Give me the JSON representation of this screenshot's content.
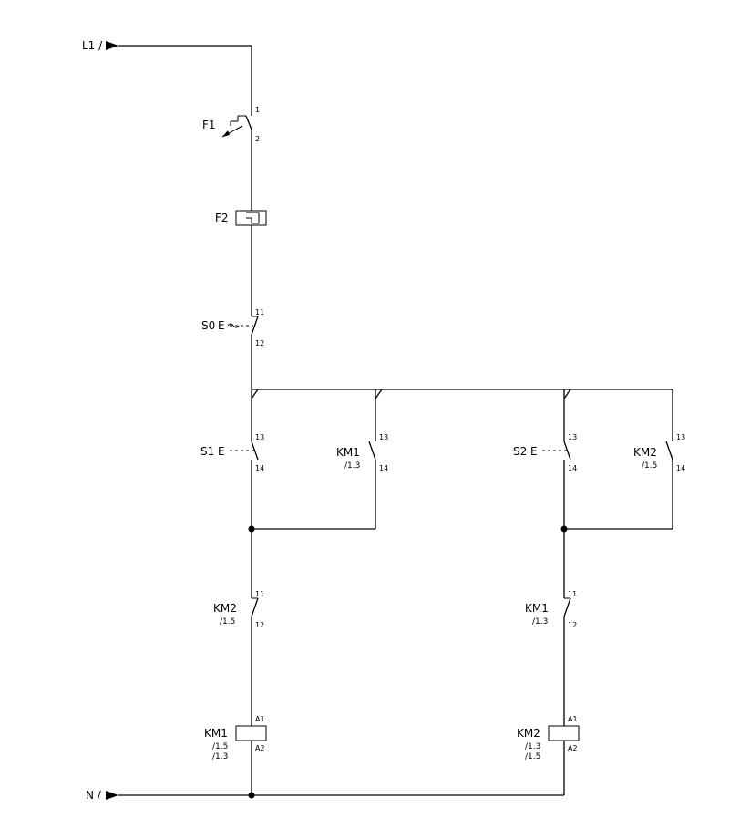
{
  "rails": {
    "l1": "L1 /",
    "n": "N /"
  },
  "f1": {
    "tag": "F1",
    "pin_top": "1",
    "pin_bottom": "2"
  },
  "f2": {
    "tag": "F2"
  },
  "s0": {
    "tag": "S0",
    "actuator": "E",
    "pin_top": "11",
    "pin_bottom": "12"
  },
  "s1": {
    "tag": "S1",
    "actuator": "E",
    "pin_top": "13",
    "pin_bottom": "14"
  },
  "km1_holding": {
    "tag": "KM1",
    "ref": "/1.3",
    "pin_top": "13",
    "pin_bottom": "14"
  },
  "s2": {
    "tag": "S2",
    "actuator": "E",
    "pin_top": "13",
    "pin_bottom": "14"
  },
  "km2_holding": {
    "tag": "KM2",
    "ref": "/1.5",
    "pin_top": "13",
    "pin_bottom": "14"
  },
  "km2_interlock": {
    "tag": "KM2",
    "ref": "/1.5",
    "pin_top": "11",
    "pin_bottom": "12"
  },
  "km1_interlock": {
    "tag": "KM1",
    "ref": "/1.3",
    "pin_top": "11",
    "pin_bottom": "12"
  },
  "km1_coil": {
    "tag": "KM1",
    "ref1": "/1.5",
    "ref2": "/1.3",
    "pin_top": "A1",
    "pin_bottom": "A2"
  },
  "km2_coil": {
    "tag": "KM2",
    "ref1": "/1.3",
    "ref2": "/1.5",
    "pin_top": "A1",
    "pin_bottom": "A2"
  }
}
